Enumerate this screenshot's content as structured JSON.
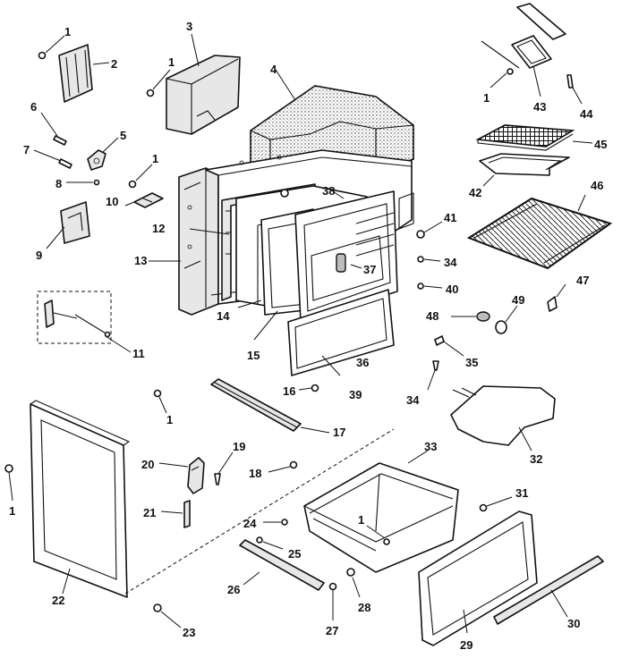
{
  "callouts": [
    {
      "id": "c1a",
      "text": "1"
    },
    {
      "id": "c2",
      "text": "2"
    },
    {
      "id": "c3",
      "text": "3"
    },
    {
      "id": "c1b",
      "text": "1"
    },
    {
      "id": "c4",
      "text": "4"
    },
    {
      "id": "c1c",
      "text": "1"
    },
    {
      "id": "c43",
      "text": "43"
    },
    {
      "id": "c44",
      "text": "44"
    },
    {
      "id": "c6",
      "text": "6"
    },
    {
      "id": "c5",
      "text": "5"
    },
    {
      "id": "c7",
      "text": "7"
    },
    {
      "id": "c8",
      "text": "8"
    },
    {
      "id": "c1d",
      "text": "1"
    },
    {
      "id": "c45",
      "text": "45"
    },
    {
      "id": "c42",
      "text": "42"
    },
    {
      "id": "c46",
      "text": "46"
    },
    {
      "id": "c10",
      "text": "10"
    },
    {
      "id": "c12",
      "text": "12"
    },
    {
      "id": "c38",
      "text": "38"
    },
    {
      "id": "c41",
      "text": "41"
    },
    {
      "id": "c9",
      "text": "9"
    },
    {
      "id": "c13",
      "text": "13"
    },
    {
      "id": "c37",
      "text": "37"
    },
    {
      "id": "c34a",
      "text": "34"
    },
    {
      "id": "c40",
      "text": "40"
    },
    {
      "id": "c47",
      "text": "47"
    },
    {
      "id": "c14",
      "text": "14"
    },
    {
      "id": "c49",
      "text": "49"
    },
    {
      "id": "c48",
      "text": "48"
    },
    {
      "id": "c11",
      "text": "11"
    },
    {
      "id": "c15",
      "text": "15"
    },
    {
      "id": "c36",
      "text": "36"
    },
    {
      "id": "c35",
      "text": "35"
    },
    {
      "id": "c16",
      "text": "16"
    },
    {
      "id": "c39",
      "text": "39"
    },
    {
      "id": "c34b",
      "text": "34"
    },
    {
      "id": "c1e",
      "text": "1"
    },
    {
      "id": "c17",
      "text": "17"
    },
    {
      "id": "c32",
      "text": "32"
    },
    {
      "id": "c19",
      "text": "19"
    },
    {
      "id": "c20",
      "text": "20"
    },
    {
      "id": "c18",
      "text": "18"
    },
    {
      "id": "c33",
      "text": "33"
    },
    {
      "id": "c1f",
      "text": "1"
    },
    {
      "id": "c21",
      "text": "21"
    },
    {
      "id": "c31",
      "text": "31"
    },
    {
      "id": "c24",
      "text": "24"
    },
    {
      "id": "c1g",
      "text": "1"
    },
    {
      "id": "c25",
      "text": "25"
    },
    {
      "id": "c26",
      "text": "26"
    },
    {
      "id": "c22",
      "text": "22"
    },
    {
      "id": "c28",
      "text": "28"
    },
    {
      "id": "c30",
      "text": "30"
    },
    {
      "id": "c27",
      "text": "27"
    },
    {
      "id": "c23",
      "text": "23"
    },
    {
      "id": "c29",
      "text": "29"
    }
  ]
}
